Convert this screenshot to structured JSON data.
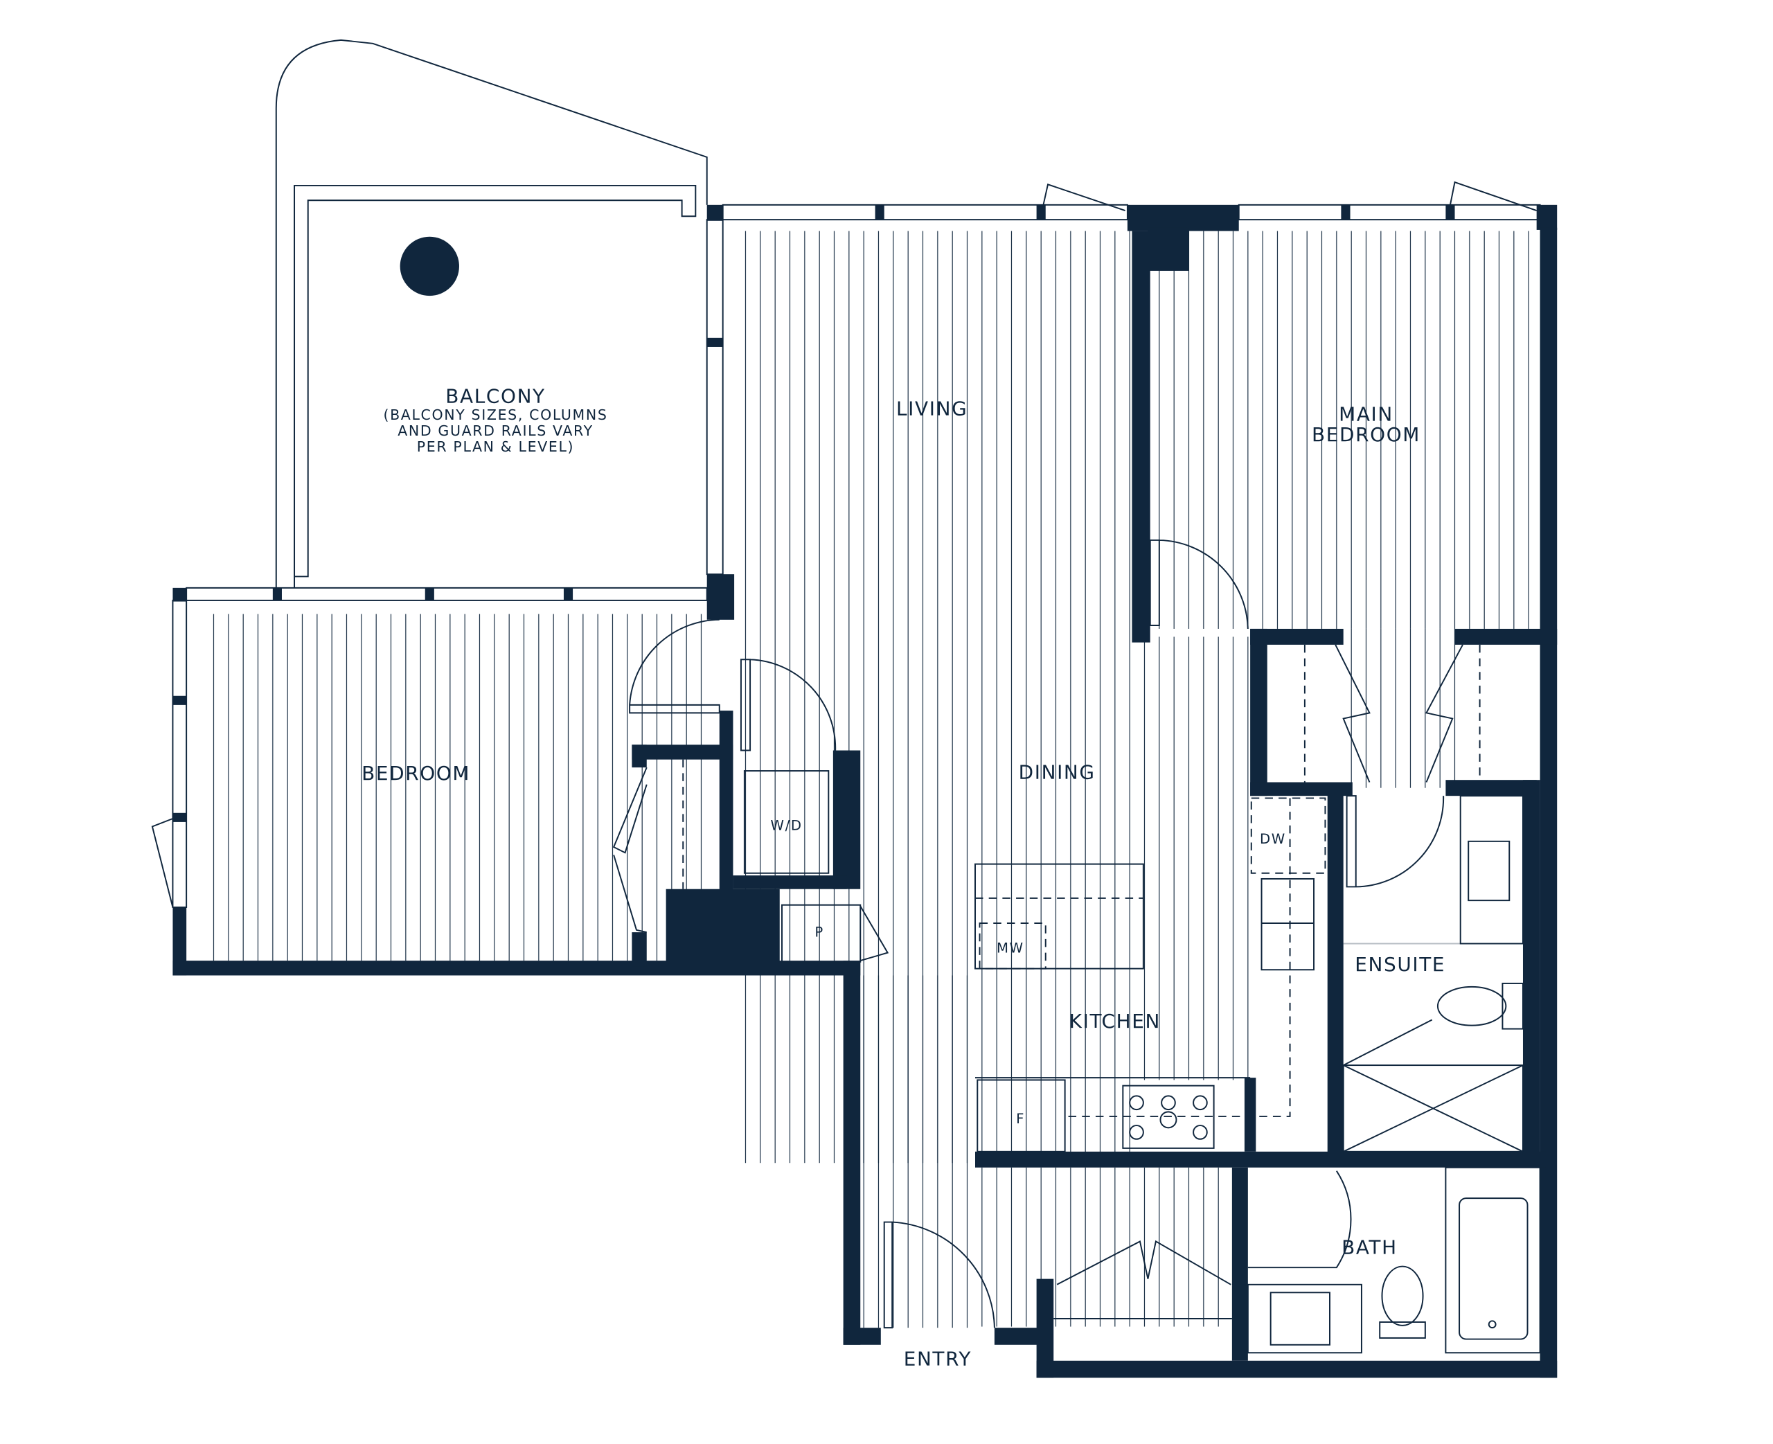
{
  "colors": {
    "wall": "#10263d",
    "background": "#ffffff"
  },
  "rooms": {
    "balcony": "BALCONY",
    "balcony_note_1": "(BALCONY SIZES, COLUMNS",
    "balcony_note_2": "AND GUARD RAILS VARY",
    "balcony_note_3": "PER PLAN & LEVEL)",
    "living": "LIVING",
    "main_bedroom_1": "MAIN",
    "main_bedroom_2": "BEDROOM",
    "bedroom": "BEDROOM",
    "dining": "DINING",
    "kitchen": "KITCHEN",
    "ensuite": "ENSUITE",
    "bath": "BATH",
    "entry": "ENTRY"
  },
  "fixtures": {
    "washer_dryer": "W/D",
    "pantry": "P",
    "microwave": "MW",
    "dishwasher": "DW",
    "fridge": "F"
  }
}
